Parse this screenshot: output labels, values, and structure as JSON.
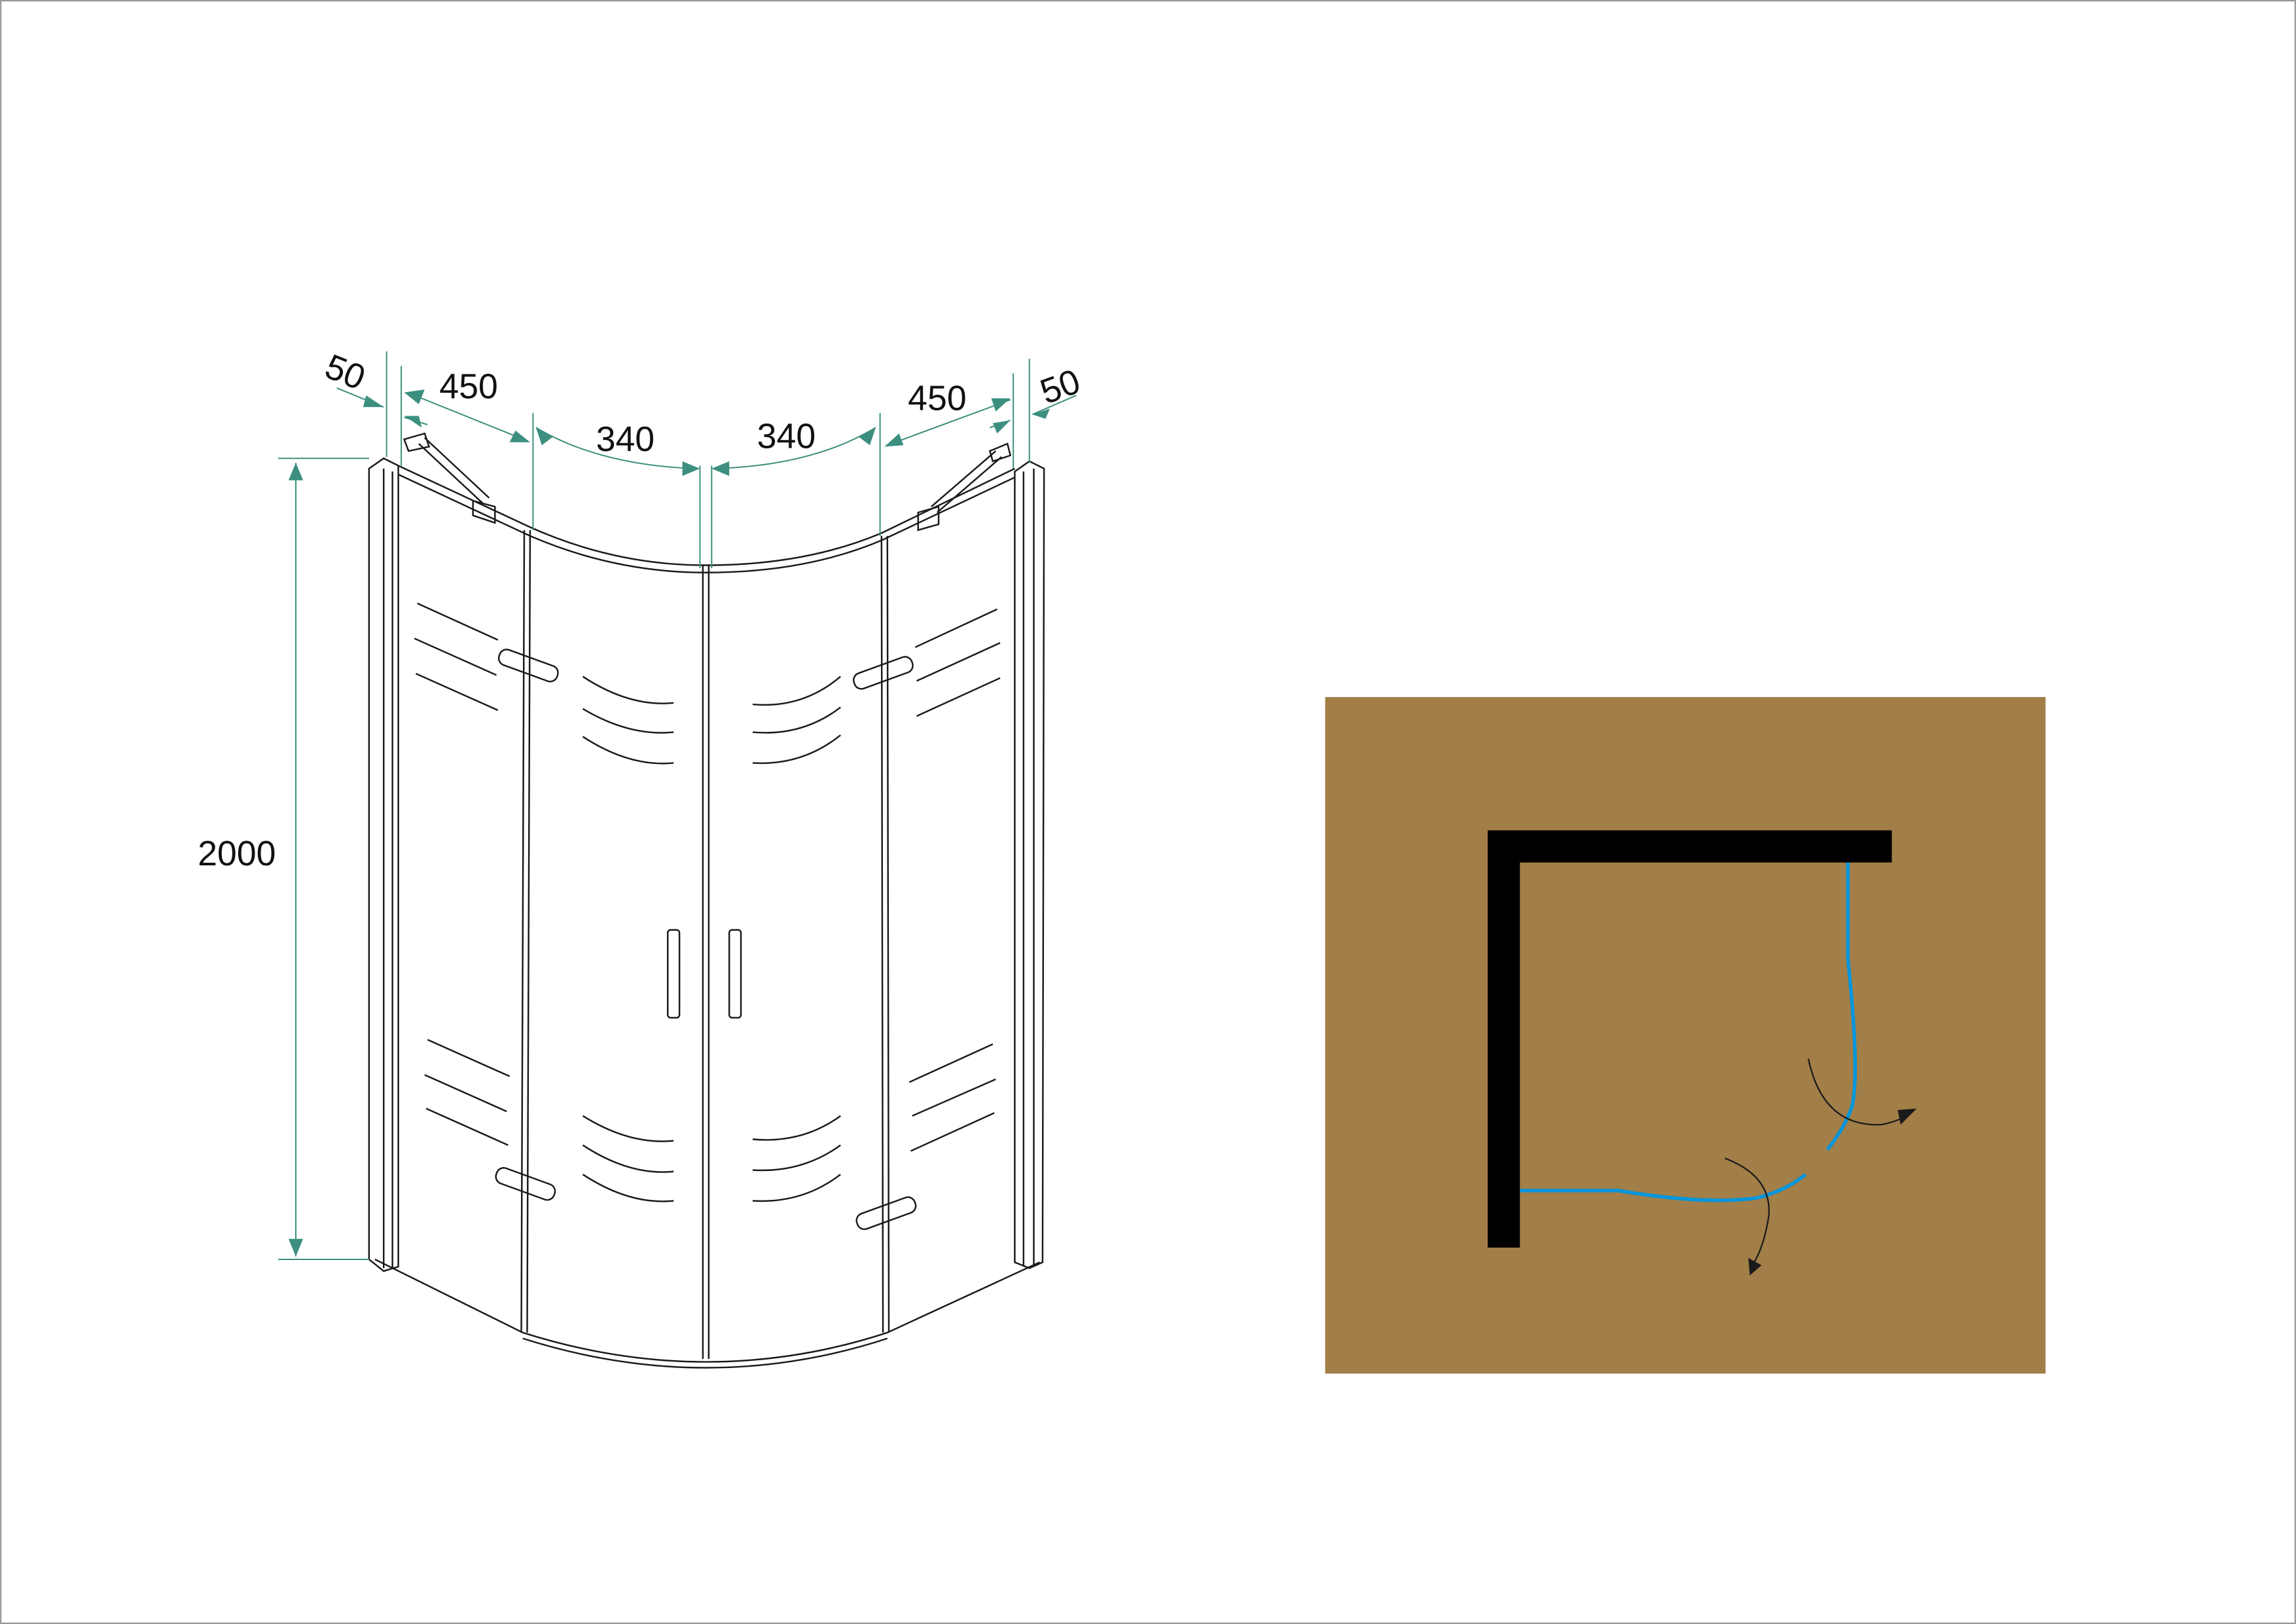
{
  "dimensions": {
    "left_post": "50",
    "left_fixed_panel": "450",
    "left_door": "340",
    "right_door": "340",
    "right_fixed_panel": "450",
    "right_post": "50",
    "height": "2000"
  },
  "colors": {
    "dimension_line": "#3c8f7f",
    "floor": "#a27e48",
    "wall": "#000000",
    "glass": "#0096dc"
  }
}
